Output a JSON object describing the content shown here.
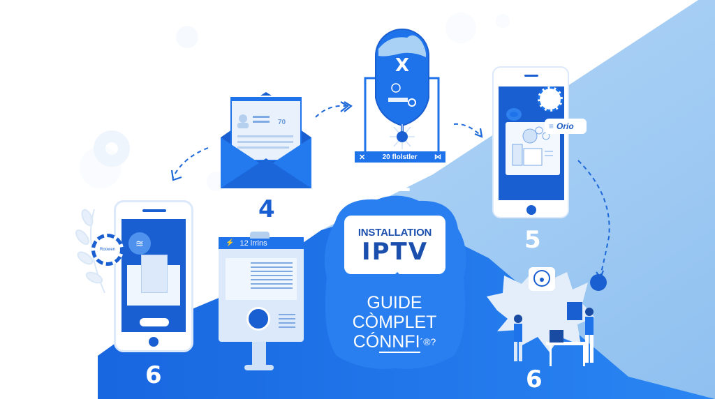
{
  "colors": {
    "primary_blue": "#1f73ea",
    "deep_blue": "#1a5fd1",
    "light_blue": "#a9d1f5",
    "pale_blue": "#dbe9fb",
    "white": "#ffffff",
    "title_text": "#1b4fae"
  },
  "title_card": {
    "line1": "INSTALLATION",
    "line2": "IPTV"
  },
  "subtitle": {
    "line1": "GUIDE",
    "line2": "CÒMPLET",
    "line3_prefix": "CÓ",
    "line3_underlined": "NNFI",
    "line3_suffix": "´®?"
  },
  "steps": [
    {
      "id": "envelope",
      "number": "4",
      "icon": "envelope-letter-icon",
      "letter_text": "70"
    },
    {
      "id": "microphone",
      "number": "2",
      "icon": "microphone-pod-icon",
      "banner_text": "20 flolstler"
    },
    {
      "id": "phone-right",
      "number": "5",
      "icon": "smartphone-icon",
      "tag_text": "Orio"
    },
    {
      "id": "phone-left",
      "number": "6",
      "icon": "smartphone-envelope-icon",
      "badge_text": "Roowen"
    },
    {
      "id": "monitor",
      "number": "",
      "icon": "monitor-document-icon",
      "header_text": "12 lrrins"
    },
    {
      "id": "team",
      "number": "6",
      "icon": "team-meeting-icon"
    }
  ],
  "arrows": [
    {
      "from": "envelope",
      "to": "microphone",
      "icon": "dashed-arrow-right-icon"
    },
    {
      "from": "microphone",
      "to": "phone-right",
      "icon": "dashed-arrow-down-right-icon"
    },
    {
      "from": "envelope",
      "to": "phone-left",
      "icon": "dashed-arrow-down-left-icon"
    },
    {
      "from": "phone-right",
      "to": "team",
      "icon": "dashed-arrow-down-icon"
    }
  ]
}
